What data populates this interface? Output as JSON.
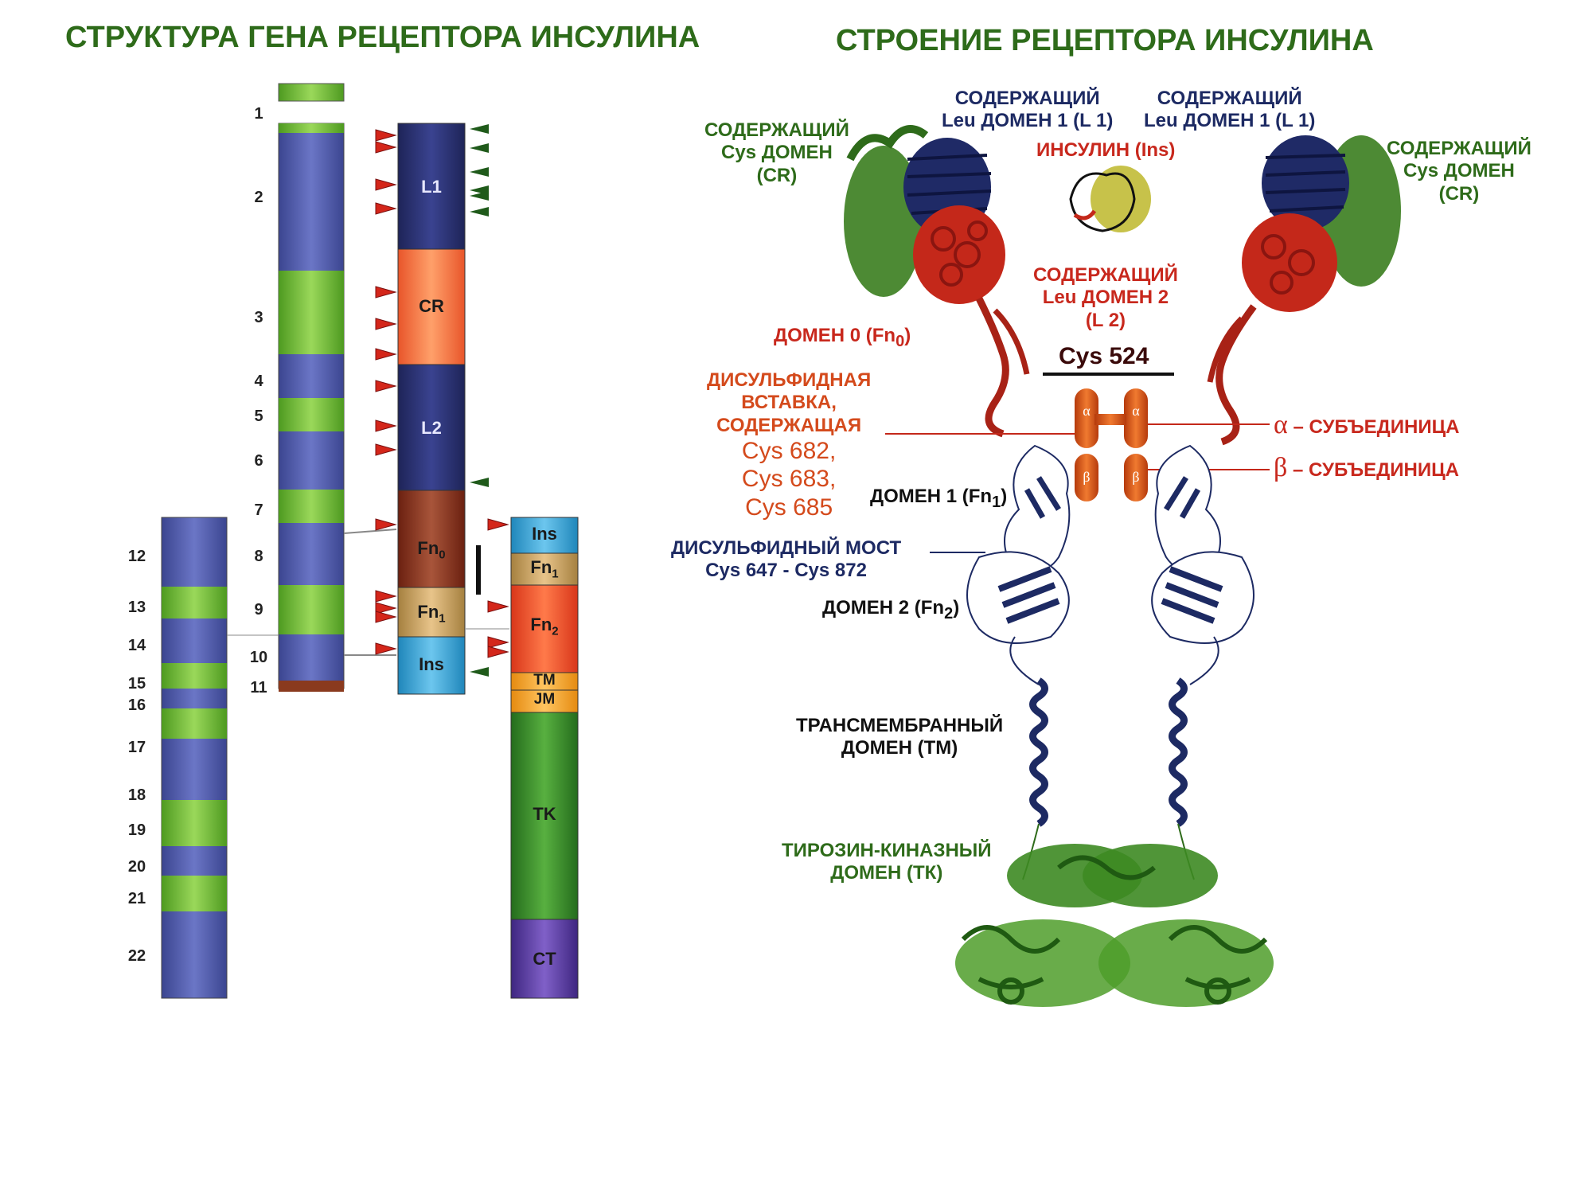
{
  "titles": {
    "gene": "СТРУКТУРА ГЕНА РЕЦЕПТОРА ИНСУЛИНА",
    "receptor": "СТРОЕНИЕ РЕЦЕПТОРА ИНСУЛИНА"
  },
  "gene_exons_col1": [
    "1",
    "2",
    "3",
    "4",
    "5",
    "6",
    "7",
    "8",
    "9",
    "10",
    "11"
  ],
  "gene_exons_col2": [
    "12",
    "13",
    "14",
    "15",
    "16",
    "17",
    "18",
    "19",
    "20",
    "21",
    "22"
  ],
  "domain_segments": {
    "L1": "L1",
    "CR": "CR",
    "L2": "L2",
    "Fn0": "Fn",
    "Fn0_sub": "0",
    "Fn1": "Fn",
    "Fn1_sub": "1",
    "Ins": "Ins",
    "Ins2": "Ins",
    "Fn1b": "Fn",
    "Fn1b_sub": "1",
    "Fn2": "Fn",
    "Fn2_sub": "2",
    "TM": "TM",
    "JM": "JM",
    "TK": "TK",
    "CT": "CT"
  },
  "labels": {
    "cys_left_1": "СОДЕРЖАЩИЙ",
    "cys_left_2": "Cys ДОМЕН",
    "cys_left_3": "(CR)",
    "leu1_left_1": "СОДЕРЖАЩИЙ",
    "leu1_left_2": "Leu ДОМЕН 1 (L 1)",
    "leu1_right_1": "СОДЕРЖАЩИЙ",
    "leu1_right_2": "Leu ДОМЕН 1 (L 1)",
    "cys_right_1": "СОДЕРЖАЩИЙ",
    "cys_right_2": "Cys ДОМЕН",
    "cys_right_3": "(CR)",
    "insulin": "ИНСУЛИН (Ins)",
    "leu2_1": "СОДЕРЖАЩИЙ",
    "leu2_2": "Leu ДОМЕН 2",
    "leu2_3": "(L 2)",
    "domain0": "ДОМЕН 0 (Fn",
    "domain0_sub": "0",
    "domain0_end": ")",
    "cys524": "Cys 524",
    "insert_1": "ДИСУЛЬФИДНАЯ",
    "insert_2": "ВСТАВКА,",
    "insert_3": "СОДЕРЖАЩАЯ",
    "insert_4": "Cys 682,",
    "insert_5": "Cys 683,",
    "insert_6": "Cys 685",
    "alpha_symbol": "α",
    "alpha_label": " – СУБЪЕДИНИЦА",
    "beta_symbol": "β",
    "beta_label": " – СУБЪЕДИНИЦА",
    "domain1": "ДОМЕН 1 (Fn",
    "domain1_sub": "1",
    "domain1_end": ")",
    "bridge_1": "ДИСУЛЬФИДНЫЙ МОСТ",
    "bridge_2": "Cys 647 - Cys 872",
    "domain2": "ДОМЕН 2 (Fn",
    "domain2_sub": "2",
    "domain2_end": ")",
    "tm_1": "ТРАНСМЕМБРАННЫЙ",
    "tm_2": "ДОМЕН (ТМ)",
    "tk_1": "ТИРОЗИН-КИНАЗНЫЙ",
    "tk_2": "ДОМЕН (ТК)",
    "pill_alpha": "α",
    "pill_beta": "β"
  },
  "colors": {
    "title_green": "#2e6b1a",
    "exon_green": "#7cc63a",
    "intron_blue": "#4f5aa6",
    "L": "#2c3470",
    "CR": "#ff7a45",
    "Fn0": "#8a2f1c",
    "Fn1": "#c9a36a",
    "Ins": "#3aa8d8",
    "Fn2": "#ee4a22",
    "TM": "#f5a623",
    "TK": "#3a8f2c",
    "CT": "#5a3aa0"
  }
}
